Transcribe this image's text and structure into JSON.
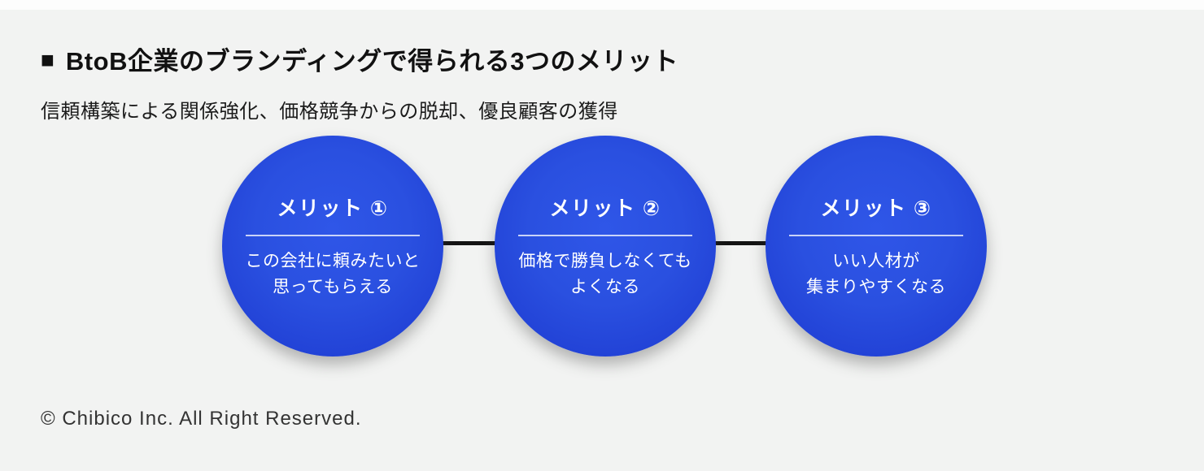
{
  "page": {
    "background_color": "#f2f3f2",
    "accent_blue": "#2a50e0",
    "connector_color": "#141414"
  },
  "header": {
    "bullet": "■",
    "title": "BtoB企業のブランディングで得られる3つのメリット",
    "subtitle": "信頼構築による関係強化、価格競争からの脱却、優良顧客の獲得"
  },
  "diagram": {
    "merits": [
      {
        "label": "メリット ①",
        "lines": [
          "この会社に頼みたいと",
          "思ってもらえる"
        ]
      },
      {
        "label": "メリット ②",
        "lines": [
          "価格で勝負しなくても",
          "よくなる"
        ]
      },
      {
        "label": "メリット ③",
        "lines": [
          "いい人材が",
          "集まりやすくなる"
        ]
      }
    ]
  },
  "footer": {
    "copyright": "© Chibico Inc. All Right Reserved."
  }
}
